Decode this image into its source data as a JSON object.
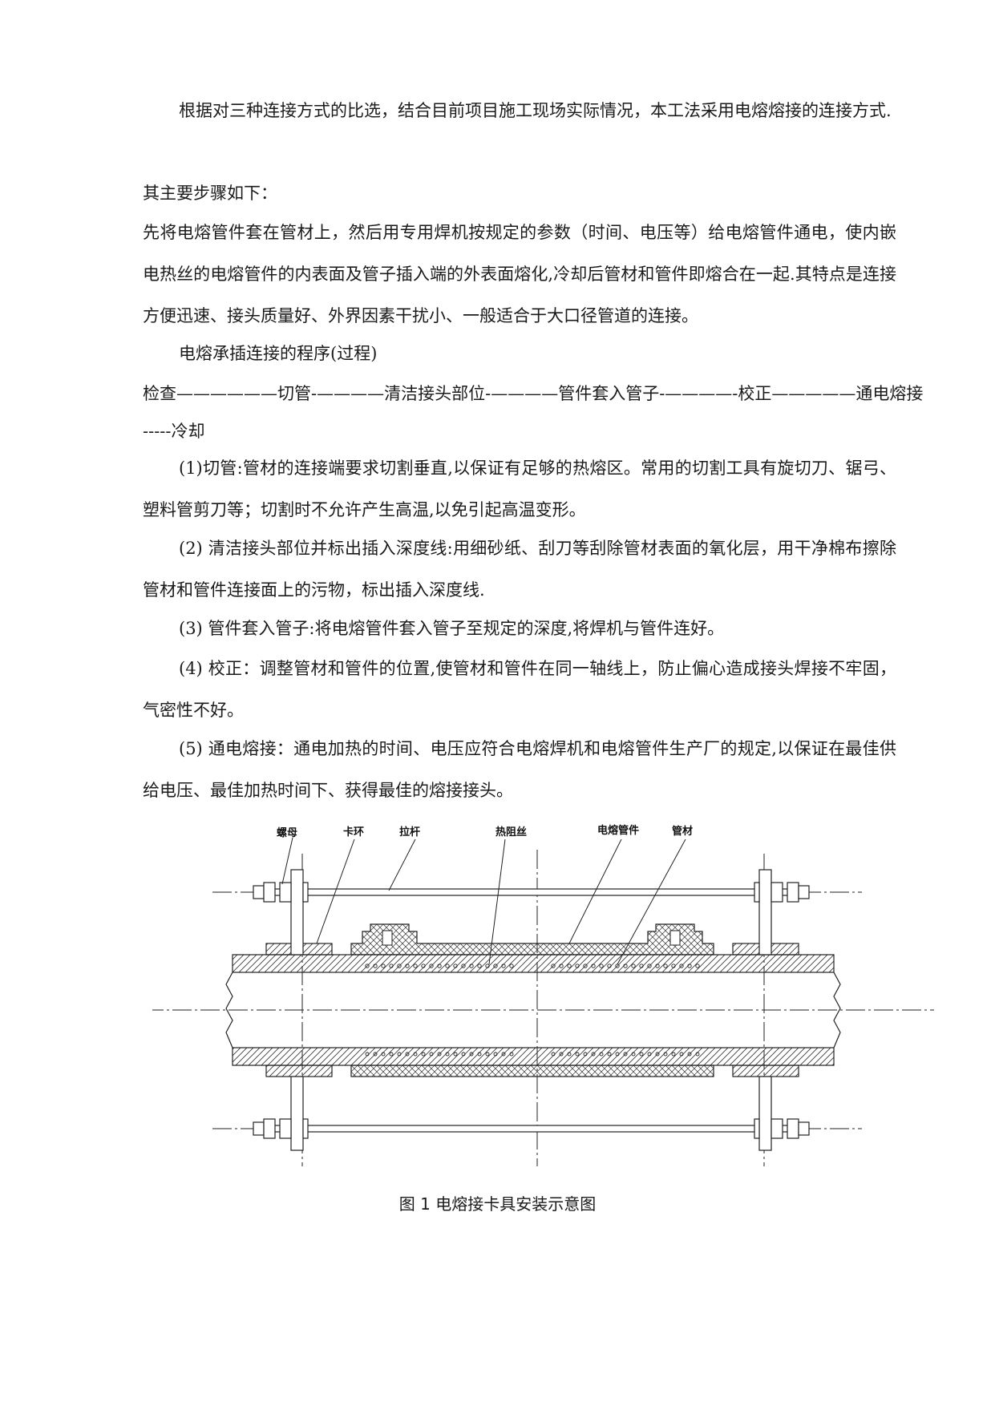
{
  "paragraphs": {
    "p1": "根据对三种连接方式的比选，结合目前项目施工现场实际情况，本工法采用电熔熔接的连接方式.",
    "p2": "其主要步骤如下：",
    "p3": "先将电熔管件套在管材上，然后用专用焊机按规定的参数（时间、电压等）给电熔管件通电，使内嵌电热丝的电熔管件的内表面及管子插入端的外表面熔化,冷却后管材和管件即熔合在一起.其特点是连接方便迅速、接头质量好、外界因素干扰小、一般适合于大口径管道的连接。",
    "p4": "电熔承插连接的程序(过程)",
    "p5a": "检查——————切管-————清洁接头部位-————管件套入管子-————-校正—————通电熔接",
    "p5b": "-----冷却",
    "step1": "(1)切管:管材的连接端要求切割垂直,以保证有足够的热熔区。常用的切割工具有旋切刀、锯弓、塑料管剪刀等；切割时不允许产生高温,以免引起高温变形。",
    "step2": "(2) 清洁接头部位并标出插入深度线:用细砂纸、刮刀等刮除管材表面的氧化层，用干净棉布擦除管材和管件连接面上的污物，标出插入深度线.",
    "step3": "(3) 管件套入管子:将电熔管件套入管子至规定的深度,将焊机与管件连好。",
    "step4": "(4) 校正：调整管材和管件的位置,使管材和管件在同一轴线上，防止偏心造成接头焊接不牢固，气密性不好。",
    "step5": "(5) 通电熔接：通电加热的时间、电压应符合电熔焊机和电熔管件生产厂的规定,以保证在最佳供给电压、最佳加热时间下、获得最佳的熔接接头。"
  },
  "figure": {
    "labels": {
      "nut": "螺母",
      "clamp_ring": "卡环",
      "tie_rod": "拉杆",
      "heating_wire": "热阻丝",
      "fitting": "电熔管件",
      "pipe": "管材"
    },
    "caption": "图 1 电熔接卡具安装示意图"
  }
}
